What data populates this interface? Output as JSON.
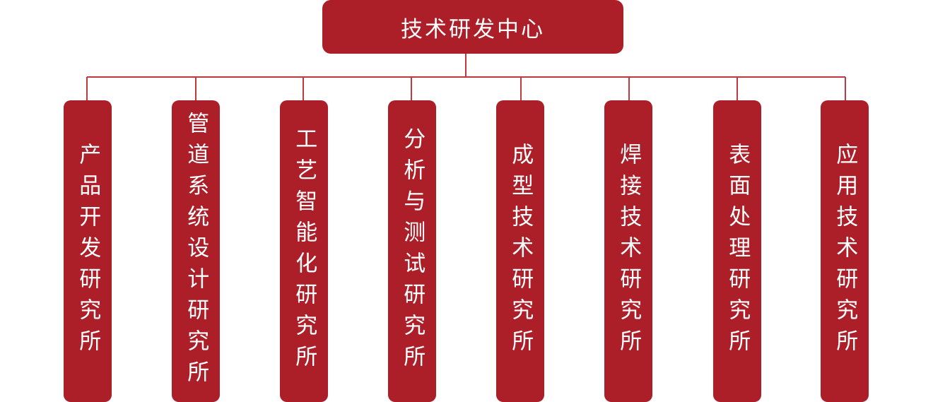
{
  "colors": {
    "box": "#ac1e28",
    "line": "#c0393f",
    "text": "#ffffff"
  },
  "root": {
    "label": "技术研发中心"
  },
  "children": [
    {
      "label": "产品开发研究所"
    },
    {
      "label": "管道系统设计研究所"
    },
    {
      "label": "工艺智能化研究所"
    },
    {
      "label": "分析与测试研究所"
    },
    {
      "label": "成型技术研究所"
    },
    {
      "label": "焊接技术研究所"
    },
    {
      "label": "表面处理研究所"
    },
    {
      "label": "应用技术研究所"
    }
  ]
}
